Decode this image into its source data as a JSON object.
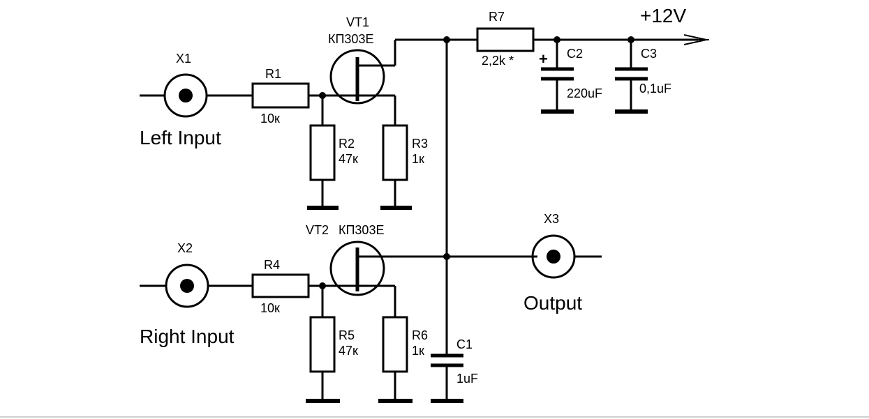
{
  "supply": "+12V",
  "inputs": [
    {
      "ref": "X1",
      "label": "Left Input"
    },
    {
      "ref": "X2",
      "label": "Right Input"
    }
  ],
  "output": {
    "ref": "X3",
    "label": "Output"
  },
  "transistors": [
    {
      "ref": "VT1",
      "type": "КП303Е"
    },
    {
      "ref": "VT2",
      "type": "КП303Е"
    }
  ],
  "resistors": [
    {
      "ref": "R1",
      "value": "10к"
    },
    {
      "ref": "R2",
      "value": "47к"
    },
    {
      "ref": "R3",
      "value": "1к"
    },
    {
      "ref": "R4",
      "value": "10к"
    },
    {
      "ref": "R5",
      "value": "47к"
    },
    {
      "ref": "R6",
      "value": "1к"
    },
    {
      "ref": "R7",
      "value": "2,2k *"
    }
  ],
  "capacitors": [
    {
      "ref": "C1",
      "value": "1uF"
    },
    {
      "ref": "C2",
      "value": "220uF",
      "polarity": "+"
    },
    {
      "ref": "C3",
      "value": "0,1uF"
    }
  ]
}
